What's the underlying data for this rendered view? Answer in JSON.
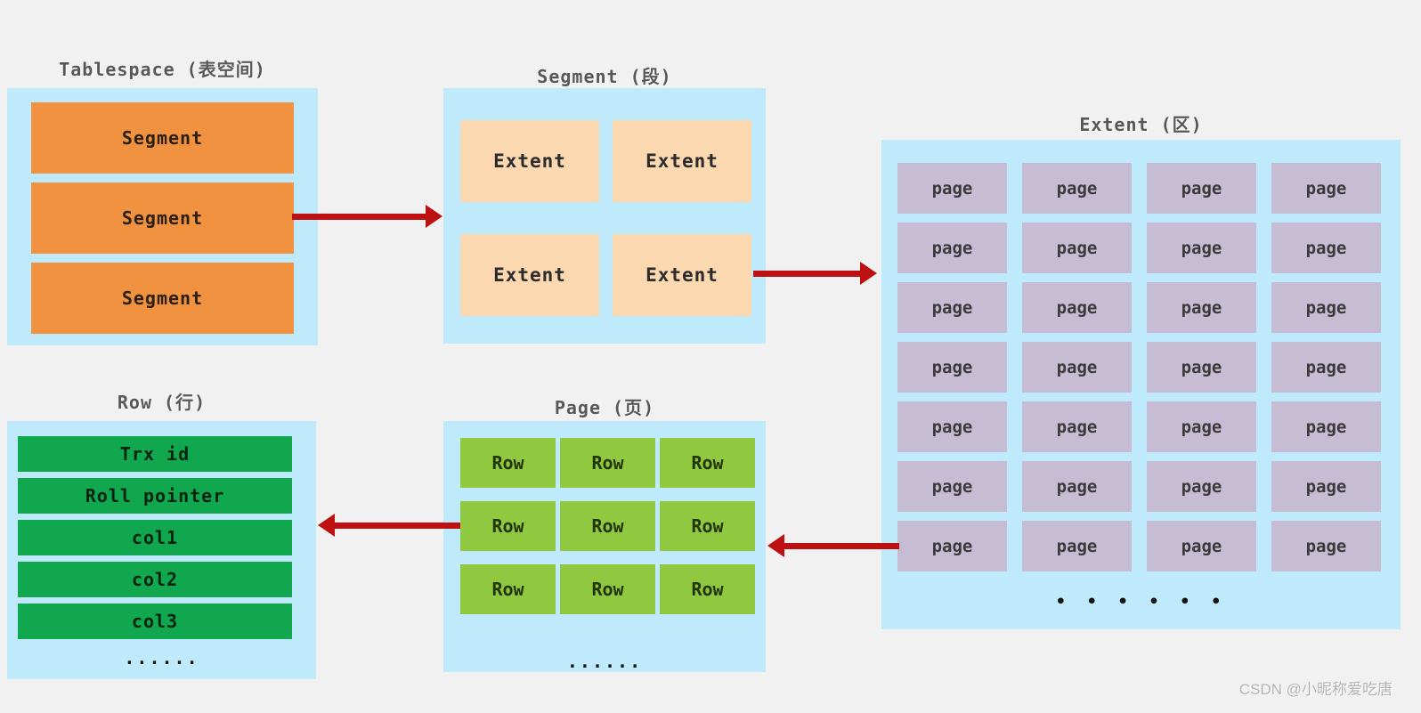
{
  "colors": {
    "background": "#f1f1f1",
    "panel_blue": "#bfeafc",
    "segment_orange": "#f0923f",
    "extent_peach": "#fcd8b0",
    "page_purple": "#c6bdd5",
    "row_green": "#90c83f",
    "field_green": "#10a74f",
    "arrow_red": "#bd1111",
    "label_gray": "#585858"
  },
  "tablespace": {
    "title": "Tablespace (表空间)",
    "segments": [
      "Segment",
      "Segment",
      "Segment"
    ]
  },
  "segment": {
    "title": "Segment (段)",
    "extents": [
      "Extent",
      "Extent",
      "Extent",
      "Extent"
    ]
  },
  "extent": {
    "title": "Extent (区)",
    "pages": [
      "page",
      "page",
      "page",
      "page",
      "page",
      "page",
      "page",
      "page",
      "page",
      "page",
      "page",
      "page",
      "page",
      "page",
      "page",
      "page",
      "page",
      "page",
      "page",
      "page",
      "page",
      "page",
      "page",
      "page",
      "page",
      "page",
      "page",
      "page"
    ],
    "ellipsis": "• • • • • •"
  },
  "page": {
    "title": "Page (页)",
    "rows": [
      "Row",
      "Row",
      "Row",
      "Row",
      "Row",
      "Row",
      "Row",
      "Row",
      "Row"
    ],
    "ellipsis": "......"
  },
  "row": {
    "title": "Row (行)",
    "fields": [
      "Trx id",
      "Roll pointer",
      "col1",
      "col2",
      "col3"
    ],
    "ellipsis": "......"
  },
  "watermark": "CSDN @小昵称爱吃唐"
}
